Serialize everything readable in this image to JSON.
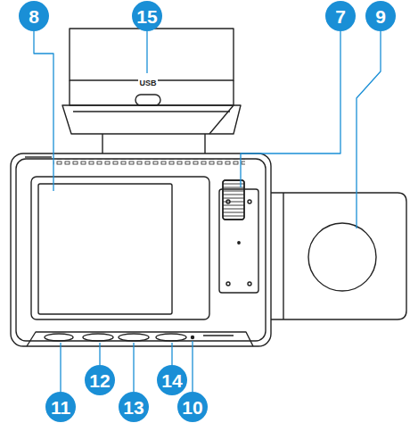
{
  "diagram": {
    "nodes": [
      {
        "text": [
          "8"
        ]
      },
      {
        "text": [
          "15"
        ]
      },
      {
        "text": [
          "7"
        ]
      },
      {
        "text": [
          "9"
        ]
      },
      {
        "text": [
          "11"
        ]
      },
      {
        "text": [
          "12"
        ]
      },
      {
        "text": [
          "13"
        ]
      },
      {
        "text": [
          "14"
        ]
      },
      {
        "text": [
          "10"
        ]
      }
    ],
    "labels": [
      "USB"
    ]
  }
}
